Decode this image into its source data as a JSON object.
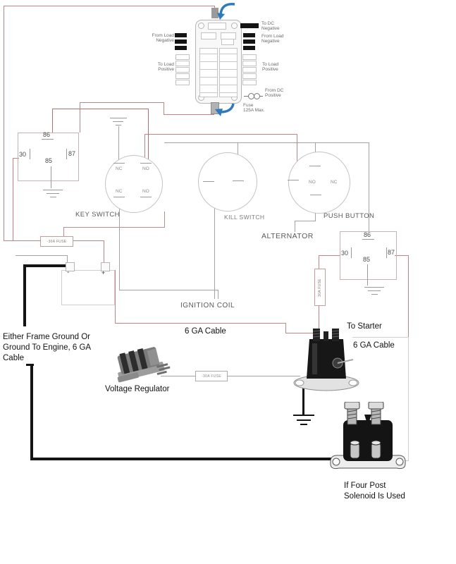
{
  "fuse_block": {
    "to_dc_negative": "To DC\nNegative",
    "from_load_negative_left": "From Load\nNegative",
    "to_load_positive_left": "To Load\nPositive",
    "from_load_negative_right": "From Load\nNegative",
    "to_load_positive_right": "To Load\nPositive",
    "from_dc_positive": "From DC\nPositive",
    "fuse_rating": "Fuse\n125A Max."
  },
  "relay_left": {
    "pin_86": "86",
    "pin_30": "30",
    "pin_87": "87",
    "pin_85": "85"
  },
  "relay_right": {
    "pin_86": "86",
    "pin_30": "30",
    "pin_87": "87",
    "pin_85": "85"
  },
  "key_switch": {
    "label": "KEY SWITCH",
    "nc_top": "NC",
    "no_top": "NO",
    "nc_bottom": "NC",
    "no_bottom": "NO"
  },
  "kill_switch": {
    "label": "KILL SWITCH"
  },
  "push_button": {
    "label": "PUSH BUTTON",
    "no": "NO",
    "nc": "NC"
  },
  "alternator_label": "ALTERNATOR",
  "ignition_coil_label": "IGNITION COIL",
  "battery": {
    "negative_sign": "-",
    "positive_sign": "+"
  },
  "fuses": {
    "battery_fuse": "-30A FUSE",
    "regulator_fuse": "-30A FUSE",
    "starter_fuse": "30A FUSE"
  },
  "labels": {
    "cable_main": "6 GA  Cable",
    "cable_starter": "6 GA  Cable",
    "to_starter": "To Starter",
    "voltage_regulator": "Voltage Regulator",
    "ground_note": "Either Frame Ground Or\nGround To Engine, 6 GA\nCable",
    "four_post_note": "If Four Post\nSolenoid Is Used"
  }
}
